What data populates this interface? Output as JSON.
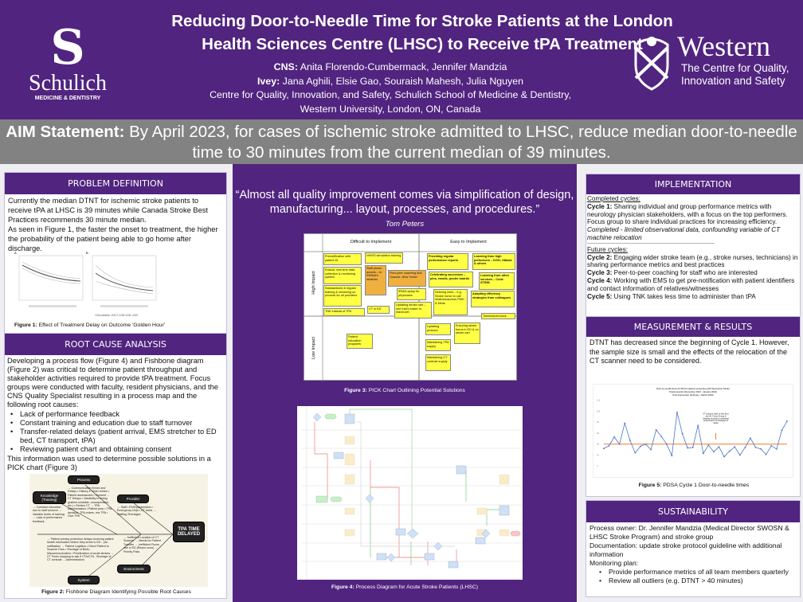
{
  "header": {
    "title_line1": "Reducing Door-to-Needle Time for Stroke Patients at the London",
    "title_line2": "Health Sciences Centre (LHSC) to Receive tPA Treatment",
    "cns_label": "CNS:",
    "cns_names": " Anita Florendo-Cumbermack, Jennifer Mandzia",
    "ivey_label": "Ivey:",
    "ivey_names": " Jana Aghili, Elsie Gao, Souraish Mahesh, Julia Nguyen",
    "affiliation_line1": "Centre for Quality, Innovation, and Safety, Schulich School of Medicine & Dentistry,",
    "affiliation_line2": "Western University, London, ON, Canada",
    "left_logo": {
      "mark": "S",
      "name": "Schulich",
      "sub": "MEDICINE & DENTISTRY"
    },
    "right_logo": {
      "name": "Western",
      "sub": "The Centre for Quality, Innovation and Safety"
    }
  },
  "aim": {
    "label": "AIM Statement:",
    "text": " By April 2023, for cases of ischemic stroke admitted to LHSC, reduce median door-to-needle time to 30 minutes from the current median of 39 minutes."
  },
  "problem": {
    "heading": "PROBLEM DEFINITION",
    "p1": "Currently the median DTNT for ischemic stroke patients to receive tPA at LHSC is 39 minutes while Canada Stroke Best Practices recommends 30 minute median.",
    "p2": "As seen in Figure 1, the faster the onset to treatment, the higher the probability of the patient being able to go home after discharge.",
    "figure_source": "Circulation 2017;135:128–139",
    "panel_a": "A",
    "panel_b": "B",
    "caption_label": "Figure 1:",
    "caption": " Effect of Treatment Delay on Outcome 'Golden Hour'"
  },
  "root_cause": {
    "heading": "ROOT CAUSE ANALYSIS",
    "intro": "Developing a process flow (Figure 4) and Fishbone diagram (Figure 2) was critical to determine patient throughput and stakeholder activities required to provide tPA treatment. Focus groups were conducted with faculty, resident physicians, and the CNS Quality Specialist resulting in a process map and the following root causes:",
    "causes": [
      "Lack of performance feedback",
      "Constant training and education due to staff turnover",
      "Transfer-related delays (patient arrival, EMS stretcher to ED bed, CT transport, tPA)",
      "Reviewing patient chart and obtaining consent"
    ],
    "outro": "This information was used to determine possible solutions in a PICK chart (Figure 3)",
    "fishbone": {
      "process": "Process",
      "knowledge": "Knowledge (Training)",
      "provider": "Provider",
      "environment": "Environment",
      "system": "System",
      "effect": "TPA TIME DELAYED",
      "process_items": "→ Communication Errors and Delays • History & Chart review • Patient assessment • Consent → CT Delays • Variability in timing (patient unstable, uncooperative, etc.) • Review CT → TPA Administration • Patient prep • TPA decision, TPA orders, mix TPA • Give TPA",
      "knowledge_items": "→ Constant education due to staff turnover → Variable levels of training → Lack of performance feedback",
      "provider_items": "→ Staff • EMS/paramedics • Emergency Dept • CT techs → Staffing Shortages",
      "system_items": "→ Patient privacy protection delays receiving patient health information before they arrive to ED - pre-notification → Patient Logistics • Direct Patient to Scanner Flow • Shortage of Beds - Miscommunication • Prioritization of acute strokes → CT Techs stopping to ask if CTA/CTA - Shortage of CT contrast → Administrators",
      "environment_items": "→ Inefficient Location of CT Scanner → Needs for Patient Transfer → Inefficient Room use in ED (Resus room) → Priority Pass"
    },
    "caption_label": "Figure 2:",
    "caption": " Fishbone Diagram Identifying Possible Root Causes"
  },
  "middle": {
    "quote": "“Almost all quality improvement comes via simplification of design, manufacturing... layout, processes, and procedures.”",
    "quote_author": "Tom Peters",
    "pick": {
      "col_difficult": "Difficult to Implement",
      "col_easy": "Easy to Implement",
      "row_high": "High Impact",
      "row_low": "Low Impact",
      "notes": [
        "Prenotification with patient ID",
        "NIHSS simulation training",
        "Robust, real time data collection & monitoring system",
        "Staff phone access – to EMS/pt's relatives",
        "Peer-peer coaching Atul Guande, New Yorker",
        "Standardized & regular training & retraining on process for all providers",
        "iPAD/Laptop for physicians",
        "TNK instead of TPA",
        "CT in ED",
        "Updating stroke cart – one that's easier to maneuver",
        "Providing regular performance reports",
        "Learning from high performers – KGH, Ottawa & others",
        "Celebrating successes – pins, emails, poster boards",
        "Learning from other services – Code STEMI",
        "Defining roles – e.g. Stroke nurse to call relatives/access PMH & Meds",
        "Adopting efficiency strategies from colleagues",
        "Timekeeper/clock",
        "Patient education programs",
        "Updating protocol",
        "Ensuring stroke forms in ED & on stroke cart",
        "Maintaining TPA supply",
        "Maintaining CT contrast supply"
      ]
    },
    "fig3_label": "Figure 3:",
    "fig3_caption": " PICK Chart Outlining Potential Solutions",
    "fig4_label": "Figure 4:",
    "fig4_caption": " Process Diagram for Acute Stroke Patients (LHSC)"
  },
  "implementation": {
    "heading": "IMPLEMENTATION",
    "completed_label": "Completed cycles:",
    "cycles_done": [
      {
        "label": "Cycle 1:",
        "text": " Sharing individual and group performance metrics with neurology physician stakeholders, with a focus on the top performers. Focus group to share individual practices for increasing efficiency."
      }
    ],
    "cycle1_note": "Completed - limited observational data, confounding variable of CT machine relocation",
    "divider": "------------------------------------------------------------------------------------------------",
    "future_label": "Future cycles:",
    "cycles_future": [
      {
        "label": "Cycle 2:",
        "text": " Engaging wider stroke team (e.g., stroke nurses, technicians) in sharing performance metrics and best practices"
      },
      {
        "label": "Cycle 3:",
        "text": " Peer-to-peer coaching for staff who are interested"
      },
      {
        "label": "Cycle 4:",
        "text": " Working with EMS to get pre-notification with patient identifiers and contact information of relatives/witnesses"
      },
      {
        "label": "Cycle 5:",
        "text": " Using TNK takes less time to administer than tPA"
      }
    ]
  },
  "measurement": {
    "heading": "MEASUREMENT & RESULTS",
    "text": "DTNT has decreased since the beginning of Cycle 1. However, the sample size is small and the effects of the relocation of the CT scanner need to be considered.",
    "caption_label": "Figure 5:",
    "caption": " PDSA Cycle 1 Door-to-needle times"
  },
  "sustainability": {
    "heading": "SUSTAINABILITY",
    "lines": [
      "Process owner: Dr. Jennifer Mandzia (Medical Director SWOSN & LHSC Stroke Program) and stroke group",
      "Documentation: update stroke protocol guideline with additional information",
      "Monitoring plan:"
    ],
    "bullets": [
      "Provide performance metrics of all team members quarterly",
      "Review all outliers (e.g. DTNT > 40 minutes)"
    ]
  },
  "chart_data": {
    "type": "line",
    "title": "Door-to-needle times for tPA for patients presenting with Hyperacute Stroke",
    "subtitle": [
      "Preintervention (December 2022 - January 2023)",
      "Post-intervention (February - March 2023)"
    ],
    "ylim": [
      0,
      120
    ],
    "yticks": [
      0,
      20,
      40,
      60,
      80,
      100,
      120
    ],
    "values": [
      32,
      37,
      53,
      40,
      78,
      47,
      24,
      36,
      40,
      30,
      66,
      54,
      40,
      19,
      98,
      59,
      33,
      34,
      74,
      23,
      38,
      26,
      35,
      17,
      27,
      35,
      20,
      34,
      51,
      34,
      31,
      21,
      37,
      31,
      65,
      82
    ],
    "median_line": 40,
    "annotation": "CT scanner back to first floor Jan 30. Focus Group & Sharing of group & individual performance & strategies & ideas",
    "series_color": "#4472c4",
    "median_color": "#ed7d31"
  }
}
